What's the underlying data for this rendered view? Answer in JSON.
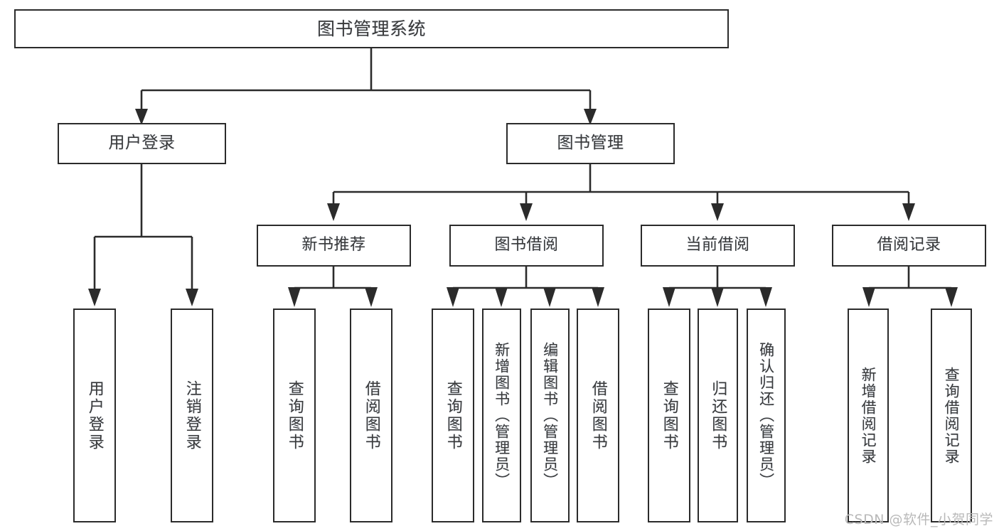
{
  "diagram": {
    "title": "图书管理系统",
    "type": "tree",
    "watermark": "CSDN @软件_小贺同学",
    "colors": {
      "background": "#ffffff",
      "border": "#2b2b2b",
      "text": "#3a3a3a",
      "watermark": "#b9b9b9"
    },
    "root": {
      "label": "图书管理系统"
    },
    "level2": [
      {
        "id": "user-login",
        "label": "用户登录"
      },
      {
        "id": "book-management",
        "label": "图书管理"
      }
    ],
    "level3": [
      {
        "id": "new-book-recommend",
        "label": "新书推荐"
      },
      {
        "id": "book-borrow",
        "label": "图书借阅"
      },
      {
        "id": "current-borrow",
        "label": "当前借阅"
      },
      {
        "id": "borrow-record",
        "label": "借阅记录"
      }
    ],
    "leaves": {
      "user_login": [
        {
          "id": "leaf-user-login",
          "label": "用户登录"
        },
        {
          "id": "leaf-user-logout",
          "label": "注销登录"
        }
      ],
      "new_book_recommend": [
        {
          "id": "leaf-query-book-1",
          "label": "查询图书"
        },
        {
          "id": "leaf-borrow-book-1",
          "label": "借阅图书"
        }
      ],
      "book_borrow": [
        {
          "id": "leaf-query-book-2",
          "label": "查询图书"
        },
        {
          "id": "leaf-add-book",
          "label": "新增图书（管理员）"
        },
        {
          "id": "leaf-edit-book",
          "label": "编辑图书（管理员）"
        },
        {
          "id": "leaf-borrow-book-2",
          "label": "借阅图书"
        }
      ],
      "current_borrow": [
        {
          "id": "leaf-query-book-3",
          "label": "查询图书"
        },
        {
          "id": "leaf-return-book",
          "label": "归还图书"
        },
        {
          "id": "leaf-confirm-return",
          "label": "确认归还（管理员）"
        }
      ],
      "borrow_record": [
        {
          "id": "leaf-add-record",
          "label": "新增借阅记录"
        },
        {
          "id": "leaf-query-record",
          "label": "查询借阅记录"
        }
      ]
    }
  }
}
